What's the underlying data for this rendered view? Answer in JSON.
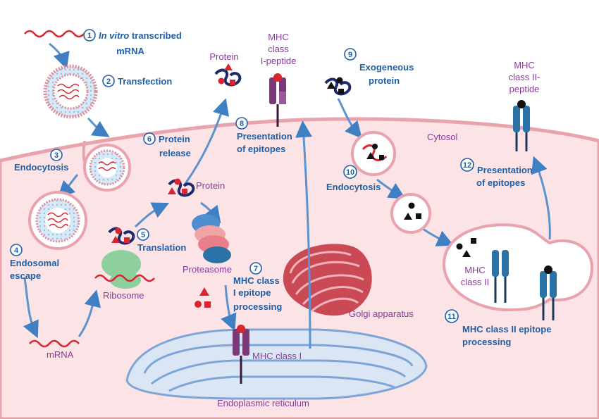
{
  "colors": {
    "cell_fill": "#fbe3e6",
    "membrane": "#e8a3ad",
    "arrow": "#5b93cf",
    "number_blue": "#1f5fa8",
    "label_purple": "#8a3a9a",
    "mrna_red": "#d9252f",
    "protein_navy": "#1f2a6b",
    "mhc1": "#7a3a7a",
    "mhc2": "#2b73a6",
    "golgi": "#c94a55",
    "er": "#dbe6f5",
    "ribosome": "#8ecf9e"
  },
  "steps": {
    "s1": {
      "num": "1",
      "italic": "In vitro",
      "rest": " transcribed",
      "line2": "mRNA"
    },
    "s2": {
      "num": "2",
      "label": "Transfection"
    },
    "s3": {
      "num": "3",
      "label": "Endocytosis"
    },
    "s4": {
      "num": "4",
      "line1": "Endosomal",
      "line2": "escape"
    },
    "s5": {
      "num": "5",
      "label": "Translation"
    },
    "s6": {
      "num": "6",
      "line1": "Protein",
      "line2": "release"
    },
    "s7": {
      "num": "7",
      "line1": "MHC class",
      "line2": "I epitope",
      "line3": "processing"
    },
    "s8": {
      "num": "8",
      "line1": "Presentation",
      "line2": "of epitopes"
    },
    "s9": {
      "num": "9",
      "line1": "Exogeneous",
      "line2": "protein"
    },
    "s10": {
      "num": "10",
      "label": "Endocytosis"
    },
    "s11": {
      "num": "11",
      "line1": "MHC class II epitope",
      "line2": "processing"
    },
    "s12": {
      "num": "12",
      "line1": "Presentation",
      "line2": "of epitopes"
    }
  },
  "labels": {
    "protein_top": "Protein",
    "mhc1_peptide_1": "MHC",
    "mhc1_peptide_2": "class",
    "mhc1_peptide_3": "I-peptide",
    "mhc2_peptide_1": "MHC",
    "mhc2_peptide_2": "class II-",
    "mhc2_peptide_3": "peptide",
    "cytosol": "Cytosol",
    "protein_mid": "Protein",
    "proteasome": "Proteasome",
    "ribosome": "Ribosome",
    "mrna": "mRNA",
    "golgi": "Golgi apparatus",
    "mhc_class_i": "MHC class I",
    "er": "Endoplasmic reticulum",
    "mhc2_vesicle_1": "MHC",
    "mhc2_vesicle_2": "class II"
  }
}
